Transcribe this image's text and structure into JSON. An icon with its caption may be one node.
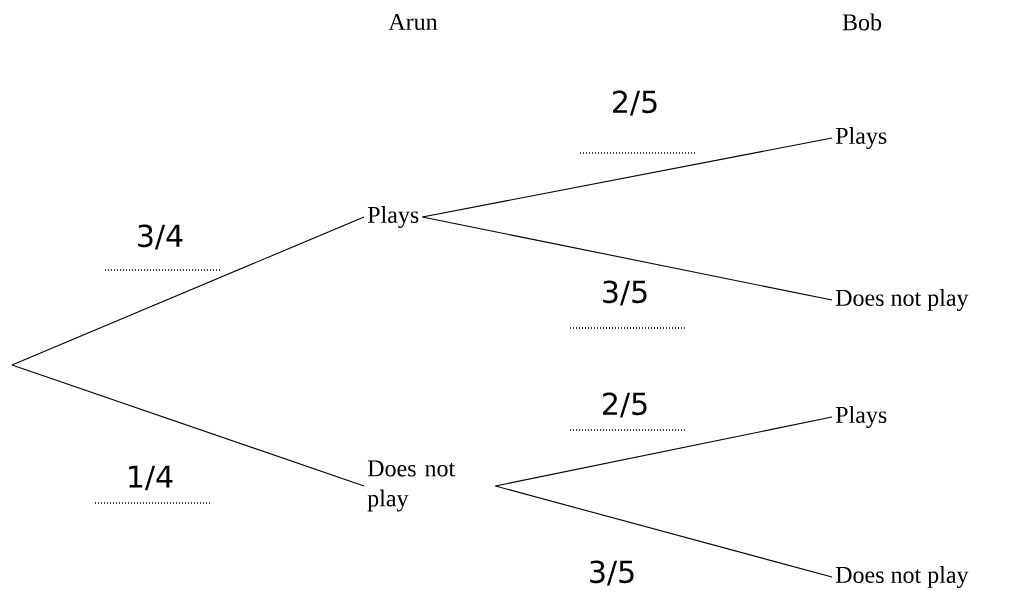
{
  "diagram": {
    "nodes": [
      {
        "text": [
          "Plays"
        ]
      },
      {
        "text": [
          "Does not play"
        ]
      },
      {
        "text": [
          "Plays"
        ]
      },
      {
        "text": [
          "Does not play"
        ]
      },
      {
        "text": [
          "Plays"
        ]
      },
      {
        "text": [
          "Does not play"
        ]
      }
    ],
    "edges": [
      {
        "from": null,
        "to": 0,
        "arrow": "none",
        "label": "3/4"
      },
      {
        "from": null,
        "to": 1,
        "arrow": "none",
        "label": "1/4"
      },
      {
        "from": 0,
        "to": 2,
        "arrow": "none",
        "label": "2/5"
      },
      {
        "from": 0,
        "to": 3,
        "arrow": "none",
        "label": "3/5"
      },
      {
        "from": 1,
        "to": 4,
        "arrow": "none",
        "label": "2/5"
      },
      {
        "from": 1,
        "to": 5,
        "arrow": "none",
        "label": "3/5"
      }
    ],
    "labels": [
      "Arun",
      "Bob"
    ]
  }
}
